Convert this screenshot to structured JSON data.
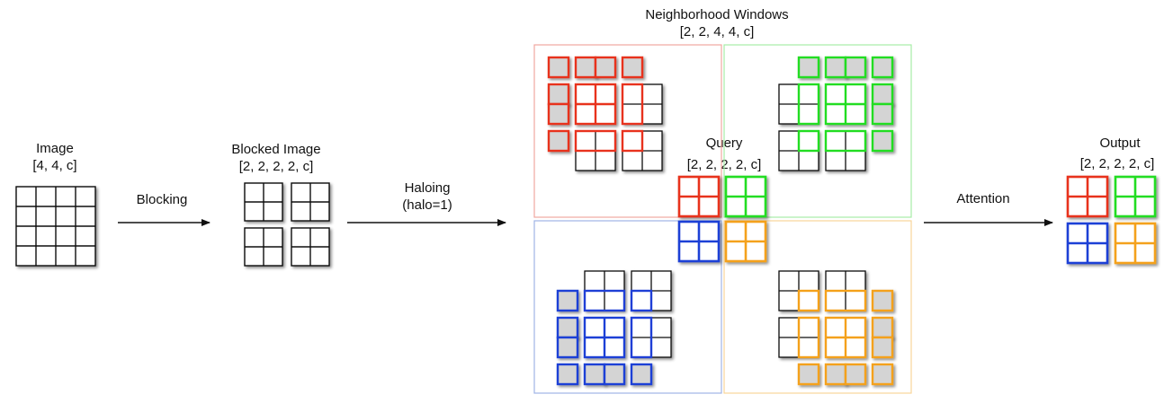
{
  "labels": {
    "image_title": "Image",
    "image_shape": "[4, 4, c]",
    "blocking": "Blocking",
    "blocked_title": "Blocked Image",
    "blocked_shape": "[2, 2, 2, 2, c]",
    "haloing": "Haloing",
    "halo_param": "(halo=1)",
    "windows_title": "Neighborhood Windows",
    "windows_shape": "[2, 2, 4, 4, c]",
    "query_title": "Query",
    "query_shape": "[2, 2, 2, 2, c]",
    "attention": "Attention",
    "output_title": "Output",
    "output_shape": "[2, 2, 2, 2, c]"
  },
  "colors": {
    "red": "#e8321e",
    "green": "#22dd22",
    "blue": "#1f3fd6",
    "orange": "#f4a11a",
    "black": "#111111",
    "padding_fill": "#d4d4d4",
    "red_frame": "#f0a8a0",
    "green_frame": "#a6eca6",
    "blue_frame": "#9fb3e6",
    "orange_frame": "#f8d49a"
  }
}
